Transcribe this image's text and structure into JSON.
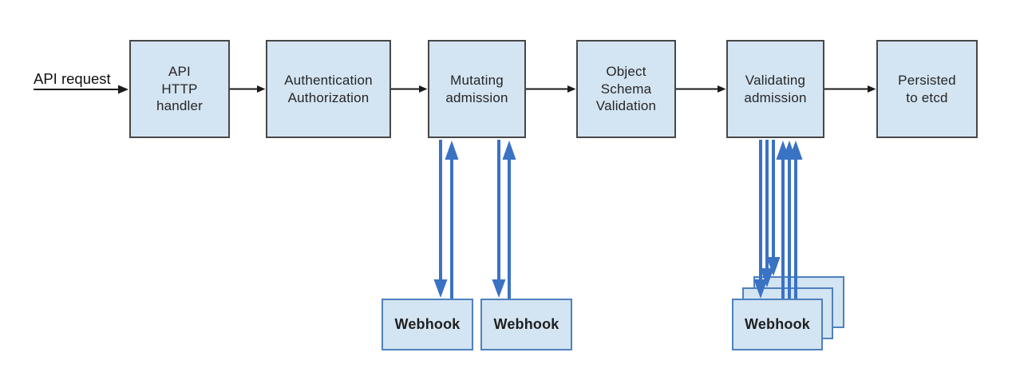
{
  "diagram": {
    "title_hint": "API request admission flow",
    "request_label": "API request",
    "stages": [
      {
        "id": "api-http-handler",
        "label": "API\nHTTP\nhandler"
      },
      {
        "id": "authn-authz",
        "label": "Authentication\nAuthorization"
      },
      {
        "id": "mutating-admission",
        "label": "Mutating\nadmission"
      },
      {
        "id": "object-schema-validation",
        "label": "Object\nSchema\nValidation"
      },
      {
        "id": "validating-admission",
        "label": "Validating\nadmission"
      },
      {
        "id": "persisted-to-etcd",
        "label": "Persisted\nto etcd"
      }
    ],
    "webhooks": {
      "mutating": [
        {
          "label": "Webhook"
        },
        {
          "label": "Webhook"
        }
      ],
      "validating": {
        "label": "Webhook",
        "stack_count": 3
      }
    }
  },
  "colors": {
    "box_fill": "#d3e4f2",
    "box_border": "#474747",
    "webhook_border": "#4f81bd",
    "black_arrow": "#1a1a1a",
    "blue_arrow": "#3a72c4",
    "background": "#ffffff"
  }
}
